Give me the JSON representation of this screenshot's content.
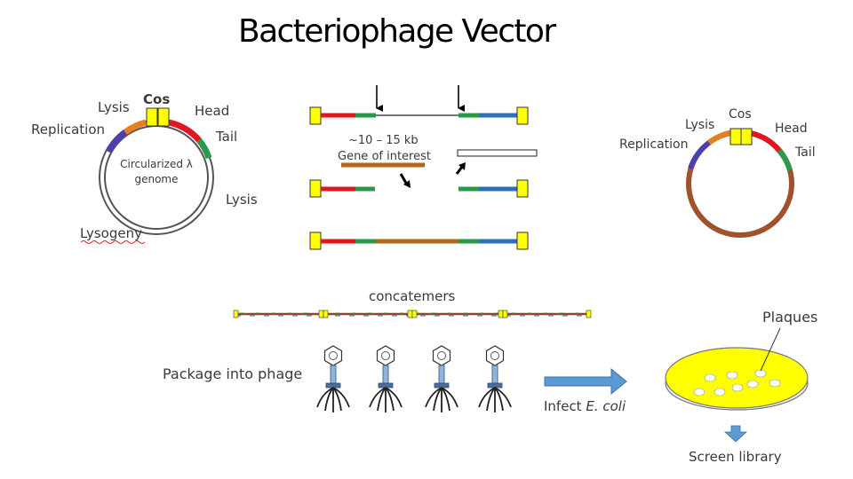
{
  "title": "Bacteriophage Vector",
  "colors": {
    "red": "#e0171f",
    "green": "#2a9a4a",
    "blue": "#2f6fb8",
    "orange": "#e67e22",
    "purple": "#4b3fb2",
    "brown": "#a0522d",
    "yellow": "#ffff00"
  },
  "left_genome": {
    "lysis_top": "Lysis",
    "cos": "Cos",
    "head": "Head",
    "replication": "Replication",
    "tail": "Tail",
    "center_line1": "Circularized λ",
    "center_line2": "genome",
    "lysis_right": "Lysis",
    "lysogeny": "Lysogeny"
  },
  "middle": {
    "size_label": "~10 – 15 kb",
    "gene_label": "Gene of interest"
  },
  "right_genome": {
    "lysis": "Lysis",
    "cos": "Cos",
    "head": "Head",
    "replication": "Replication",
    "tail": "Tail"
  },
  "concatemers_label": "concatemers",
  "package_label": "Package into phage",
  "infect_prefix": "Infect ",
  "infect_organism": "E. coli",
  "plaques_label": "Plaques",
  "screen_label": "Screen library"
}
